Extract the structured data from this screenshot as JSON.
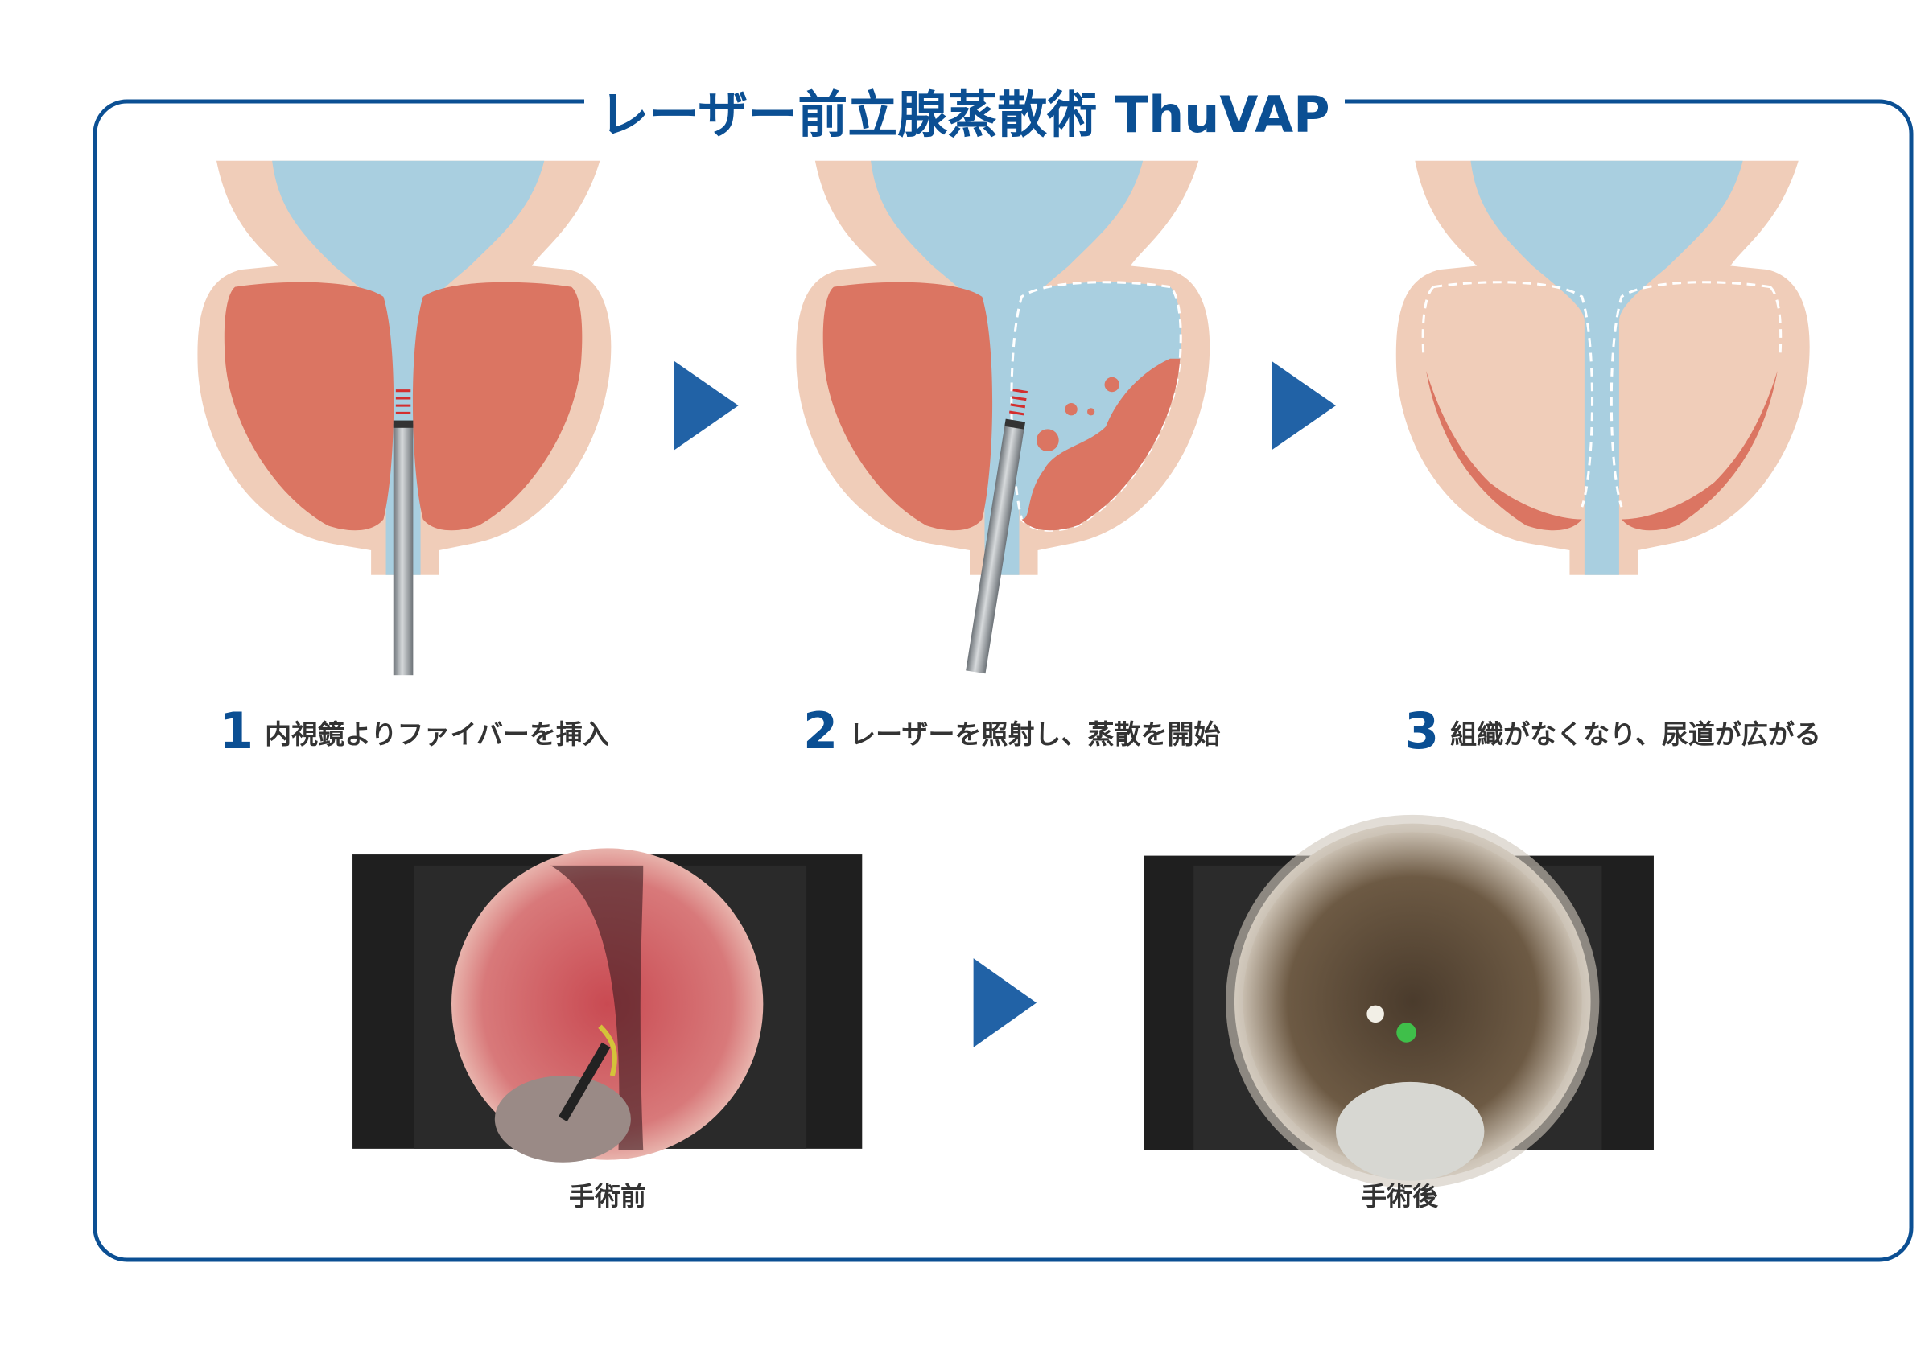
{
  "title": "レーザー前立腺蒸散術 ThuVAP",
  "steps": [
    {
      "num": "1",
      "text": "内視鏡よりファイバーを挿入"
    },
    {
      "num": "2",
      "text": "レーザーを照射し、蒸散を開始"
    },
    {
      "num": "3",
      "text": "組織がなくなり、尿道が広がる"
    }
  ],
  "photos": [
    {
      "label": "手術前"
    },
    {
      "label": "手術後"
    }
  ],
  "colors": {
    "frame": "#0b4f93",
    "arrow": "#2162a6",
    "tissue": "#f0cdb9",
    "urine": "#a9cfe0",
    "prostate": "#db7562"
  }
}
